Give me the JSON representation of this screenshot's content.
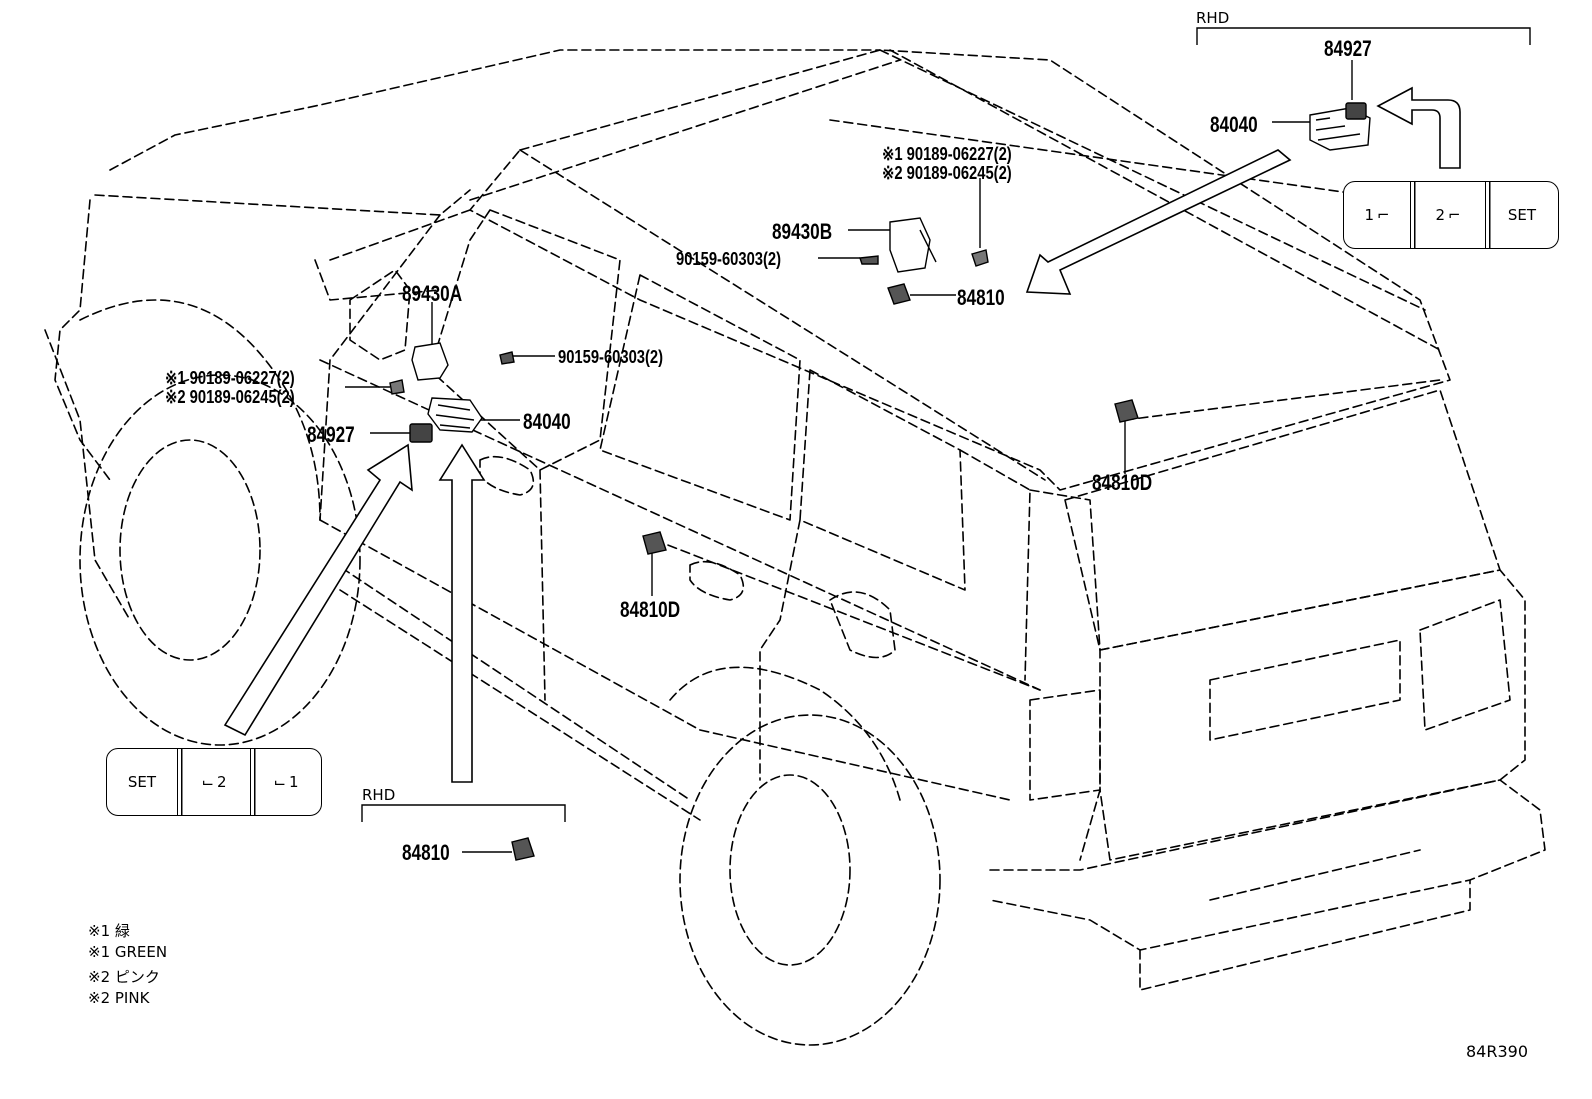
{
  "labels": {
    "top_right": {
      "rhd": "RHD",
      "p84927": "84927",
      "p84040": "84040",
      "note1": "※1 90189-06227(2)",
      "note2": "※2 90189-06245(2)",
      "p89430b": "89430B",
      "p90159": "90159-60303(2)",
      "p84810": "84810"
    },
    "left": {
      "p89430a": "89430A",
      "p90159": "90159-60303(2)",
      "note1": "※1 90189-06227(2)",
      "note2": "※2 90189-06245(2)",
      "p84927": "84927",
      "p84040": "84040"
    },
    "body": {
      "p84810d_rear": "84810D",
      "p84810d_door": "84810D"
    },
    "bottom_left": {
      "rhd": "RHD",
      "p84810": "84810"
    },
    "legend": [
      "※1 緑",
      "※1 GREEN",
      "※2 ピンク",
      "※2 PINK"
    ],
    "diagram_code": "84R390"
  },
  "switch_right": {
    "keys": [
      "1",
      "2",
      "SET"
    ]
  },
  "switch_left": {
    "keys": [
      "SET",
      "2",
      "1"
    ]
  }
}
